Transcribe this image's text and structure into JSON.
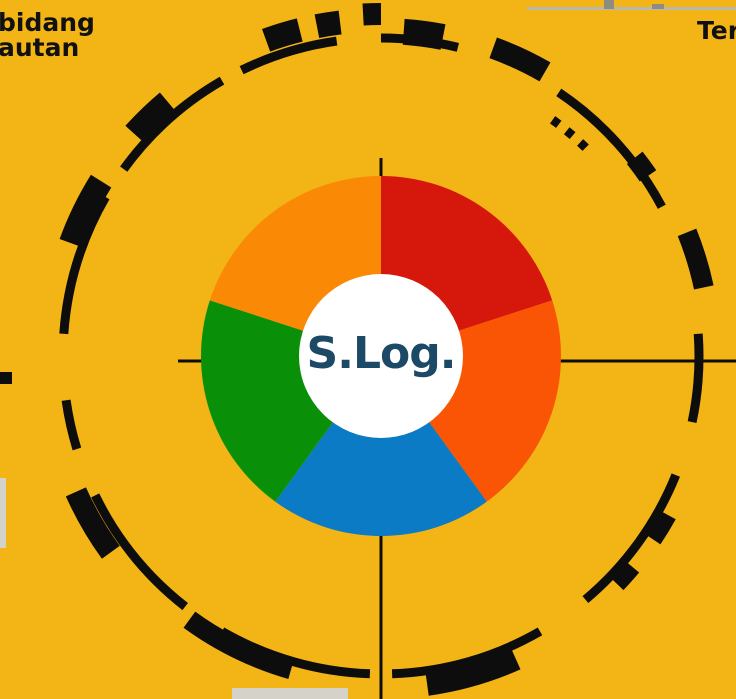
{
  "labels": {
    "left_line1": "bidang",
    "left_line2": "autan",
    "right": "Ter",
    "center": "S.Log."
  },
  "colors": {
    "background": "#F2B515",
    "ring": "#0D0D0D",
    "center_fill": "#FFFFFF",
    "center_text": "#1C4966",
    "chip": "#D5D3C9"
  },
  "segments": [
    {
      "name": "red-segment",
      "color": "#D6180C",
      "start": 0,
      "end": 72
    },
    {
      "name": "orange-red-segment",
      "color": "#F95504",
      "start": 72,
      "end": 144
    },
    {
      "name": "blue-segment",
      "color": "#0A7BC4",
      "start": 144,
      "end": 216
    },
    {
      "name": "green-segment",
      "color": "#0A8F08",
      "start": 216,
      "end": 288
    },
    {
      "name": "orange-segment",
      "color": "#FA8A05",
      "start": 288,
      "end": 360
    }
  ]
}
